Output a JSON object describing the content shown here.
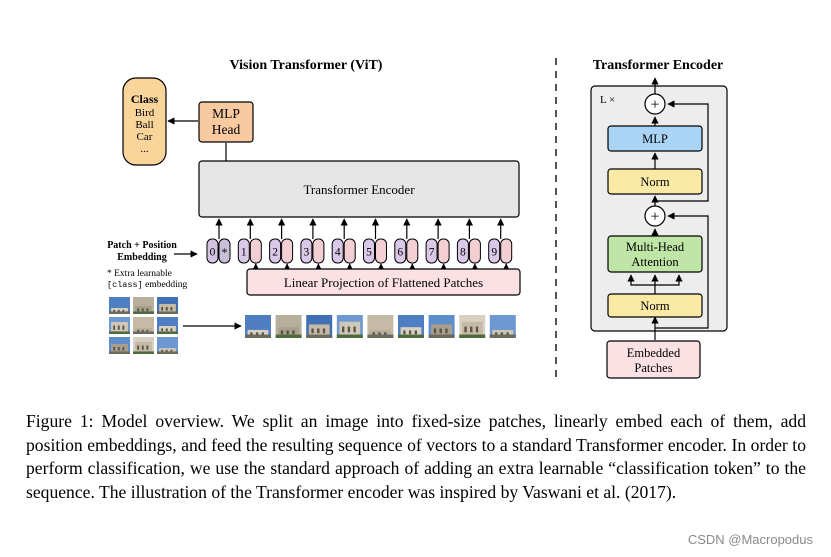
{
  "vit": {
    "title": "Vision Transformer (ViT)",
    "class_box": {
      "heading": "Class",
      "items": [
        "Bird",
        "Ball",
        "Car",
        "..."
      ]
    },
    "mlp_head": {
      "line1": "MLP",
      "line2": "Head"
    },
    "transformer_encoder_label": "Transformer Encoder",
    "patch_pos_label": {
      "line1": "Patch + Position",
      "line2": "Embedding"
    },
    "extra_note": {
      "line1": "* Extra learnable",
      "mono": "[class]",
      "line2_rest": " embedding"
    },
    "tokens": [
      "0",
      "1",
      "2",
      "3",
      "4",
      "5",
      "6",
      "7",
      "8",
      "9"
    ],
    "class_token_mark": "*",
    "linear_projection_label": "Linear Projection of Flattened Patches"
  },
  "encoder": {
    "title": "Transformer Encoder",
    "repeat_label": "L ×",
    "mlp_label": "MLP",
    "norm_label": "Norm",
    "attention": {
      "line1": "Multi-Head",
      "line2": "Attention"
    },
    "plus_symbol": "+",
    "embedded_patches": {
      "line1": "Embedded",
      "line2": "Patches"
    }
  },
  "caption": "Figure 1: Model overview. We split an image into fixed-size patches, linearly embed each of them, add position embeddings, and feed the resulting sequence of vectors to a standard Transformer encoder. In order to perform classification, we use the standard approach of adding an extra learnable “classification token” to the sequence. The illustration of the Transformer encoder was inspired by Vaswani et al. (2017).",
  "watermark": "CSDN @Macropodus",
  "colors": {
    "class_box": "#f9d49b",
    "mlp_head": "#f9c9a0",
    "transformer": "#e6e6e6",
    "token_purple": "#d9c8e8",
    "token_class": "#c8c0d8",
    "projection": "#fbe1e3",
    "mlp_block": "#a9d4f5",
    "norm_block": "#fbeaa5",
    "attention_block": "#bfe6a6",
    "embedded_block": "#fbe1e3",
    "encoder_panel": "#ededed"
  }
}
